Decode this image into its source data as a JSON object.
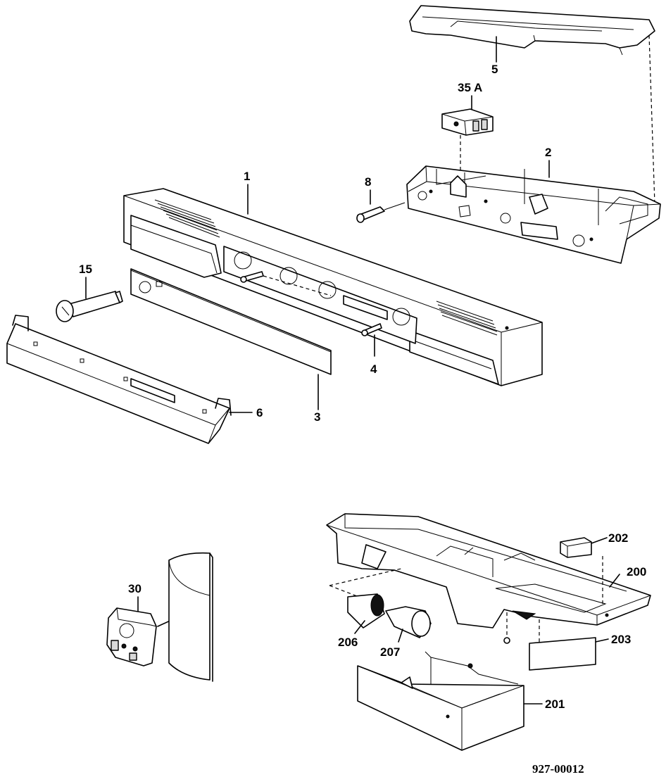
{
  "parts": [
    {
      "id": "p5",
      "label": "5"
    },
    {
      "id": "p35a",
      "label": "35 A"
    },
    {
      "id": "p2",
      "label": "2"
    },
    {
      "id": "p1",
      "label": "1"
    },
    {
      "id": "p8",
      "label": "8"
    },
    {
      "id": "p15",
      "label": "15"
    },
    {
      "id": "p4",
      "label": "4"
    },
    {
      "id": "p6",
      "label": "6"
    },
    {
      "id": "p3",
      "label": "3"
    },
    {
      "id": "p202",
      "label": "202"
    },
    {
      "id": "p200",
      "label": "200"
    },
    {
      "id": "p30",
      "label": "30"
    },
    {
      "id": "p206",
      "label": "206"
    },
    {
      "id": "p207",
      "label": "207"
    },
    {
      "id": "p203",
      "label": "203"
    },
    {
      "id": "p201",
      "label": "201"
    }
  ],
  "reference_number": "927-00012"
}
